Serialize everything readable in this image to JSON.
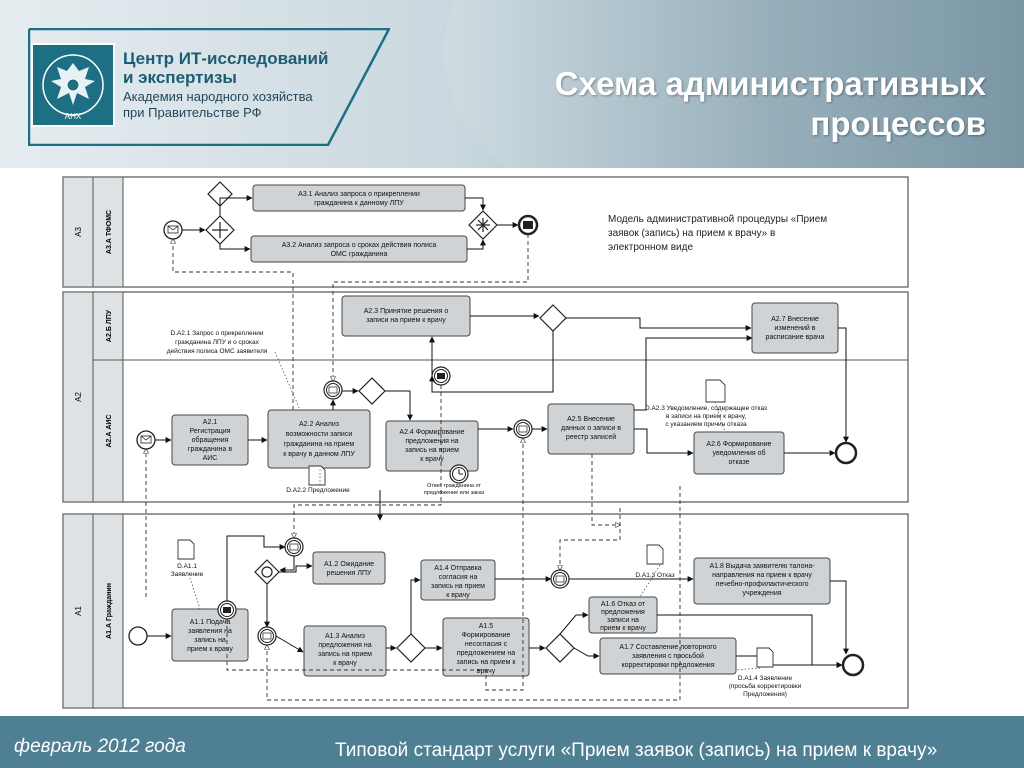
{
  "header": {
    "org_line1": "Центр ИТ-исследований",
    "org_line2": "и экспертизы",
    "org_line3": "Академия народного хозяйства",
    "org_line4": "при Правительстве РФ",
    "logo_text": "АНХ",
    "title_line1": "Схема административных",
    "title_line2": "процессов"
  },
  "diagram": {
    "pool_a3": "А3",
    "lane_a3": "А3.А ТФОМС",
    "pool_a2": "А2",
    "lane_a2b": "А2.Б ЛПУ",
    "lane_a2a": "А2.А АИС",
    "pool_a1": "А1",
    "lane_a1": "А1.А Гражданин",
    "model_note": "Модель административной процедуры «Прием заявок (запись) на прием к врачу» в электронном виде",
    "note_l1": "Модель административной процедуры «Прием",
    "note_l2": "заявок (запись) на прием к врачу» в",
    "note_l3": "электронном виде",
    "tasks": {
      "a31_l1": "А3.1 Анализ запроса о прикреплении",
      "a31_l2": "гражданина к данному ЛПУ",
      "a32_l1": "А3.2 Анализ запроса о сроках действия полиса",
      "a32_l2": "ОМС гражданина",
      "a23_l1": "А2.3 Принятие решения о",
      "a23_l2": "записи на прием к врачу",
      "a27_l1": "А2.7 Внесение",
      "a27_l2": "изменений в",
      "a27_l3": "расписание врача",
      "a21_l1": "А2.1",
      "a21_l2": "Регистрация",
      "a21_l3": "обращения",
      "a21_l4": "гражданина в",
      "a21_l5": "АИС",
      "a22_l1": "А2.2 Анализ",
      "a22_l2": "возможности записи",
      "a22_l3": "гражданина на прием",
      "a22_l4": "к врачу в данном ЛПУ",
      "a24_l1": "А2.4 Формирование",
      "a24_l2": "предложения на",
      "a24_l3": "запись на прием",
      "a24_l4": "к врачу",
      "a25_l1": "А2.5 Внесение",
      "a25_l2": "данных о записи в",
      "a25_l3": "реестр записей",
      "a26_l1": "А2.6 Формирование",
      "a26_l2": "уведомления об",
      "a26_l3": "отказе",
      "a11_l1": "А1.1 Подача",
      "a11_l2": "заявления на",
      "a11_l3": "запись на",
      "a11_l4": "прием к врачу",
      "a12_l1": "А1.2 Ожидание",
      "a12_l2": "решения ЛПУ",
      "a13_l1": "А1.3 Анализ",
      "a13_l2": "предложения на",
      "a13_l3": "запись на прием",
      "a13_l4": "к врачу",
      "a14_l1": "А1.4 Отправка",
      "a14_l2": "согласия на",
      "a14_l3": "запись на прием",
      "a14_l4": "к врачу",
      "a15_l1": "А1.5",
      "a15_l2": "Формирование",
      "a15_l3": "несогласия с",
      "a15_l4": "предложением на",
      "a15_l5": "запись на прием к",
      "a15_l6": "врачу",
      "a16_l1": "А1.6 Отказ от",
      "a16_l2": "предложения",
      "a16_l3": "записи на",
      "a16_l4": "прием к врачу",
      "a17_l1": "А1.7 Составление повторного",
      "a17_l2": "заявления с просьбой",
      "a17_l3": "корректировки предложения",
      "a18_l1": "А1.8 Выдача заявителю талона-",
      "a18_l2": "направления на прием к врачу",
      "a18_l3": "лечебно-профилактического",
      "a18_l4": "учреждения"
    },
    "docs": {
      "da21_l1": "D.А2.1 Запрос о прикреплении",
      "da21_l2": "гражданина ЛПУ и о сроках",
      "da21_l3": "действия полиса ОМС заявителя",
      "da23_l1": "D.А2.3 Уведомление, содержащее отказ",
      "da23_l2": "в записи на прием к врачу,",
      "da23_l3": "с указанием причин отказа",
      "da22": "D.А2.2 Предложение",
      "da11_l1": "D.А1.1",
      "da11_l2": "Заявление",
      "da13": "D.А1.3 Отказ",
      "da14_l1": "D.А1.4 Заявление",
      "da14_l2": "(просьба корректировки",
      "da14_l3": "Предложения)",
      "timer_l1": "Ответ гражданина от",
      "timer_l2": "предложение или заказ"
    }
  },
  "footer": {
    "date": "февраль 2012 года",
    "standard": "Типовой стандарт услуги «Прием заявок (запись) на прием к врачу»"
  },
  "colors": {
    "header_accent": "#1d6f83",
    "footer_bg": "#4f7f92",
    "task_fill": "#cfd3d6",
    "lane_fill": "#dfe2e4"
  }
}
